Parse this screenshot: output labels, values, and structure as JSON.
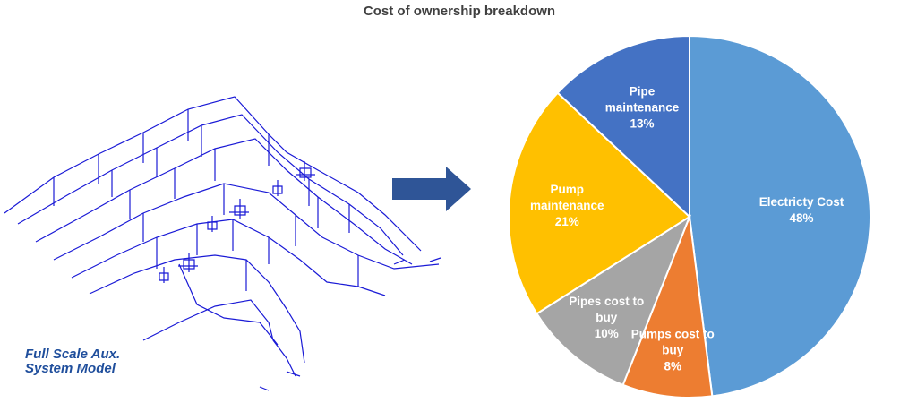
{
  "caption": {
    "line1": "Full Scale Aux.",
    "line2": "System Model"
  },
  "colors": {
    "wireframe": "#1a1ad6",
    "arrow": "#2f5597",
    "caption": "#1f4e9c",
    "title": "#404040"
  },
  "icons": {
    "arrow": "right-arrow-icon",
    "model": "piping-wireframe-illustration"
  },
  "chart_data": {
    "type": "pie",
    "title": "Cost of ownership breakdown",
    "series": [
      {
        "values": [
          48,
          8,
          10,
          21,
          13
        ],
        "categories": [
          "Electricty Cost",
          "Pumps cost to buy",
          "Pipes cost to buy",
          "Pump maintenance",
          "Pipe maintenance"
        ]
      }
    ],
    "slices": [
      {
        "label": "Electricty Cost",
        "label_lines": [
          "Electricty Cost"
        ],
        "value": 48,
        "pct": "48%",
        "color": "#5b9bd5"
      },
      {
        "label": "Pumps cost to buy",
        "label_lines": [
          "Pumps cost to",
          "buy"
        ],
        "value": 8,
        "pct": "8%",
        "color": "#ed7d31"
      },
      {
        "label": "Pipes cost to buy",
        "label_lines": [
          "Pipes cost to",
          "buy"
        ],
        "value": 10,
        "pct": "10%",
        "color": "#a5a5a5"
      },
      {
        "label": "Pump maintenance",
        "label_lines": [
          "Pump",
          "maintenance"
        ],
        "value": 21,
        "pct": "21%",
        "color": "#ffc000"
      },
      {
        "label": "Pipe maintenance",
        "label_lines": [
          "Pipe",
          "maintenance"
        ],
        "value": 13,
        "pct": "13%",
        "color": "#4472c4"
      }
    ],
    "start": "12 o'clock",
    "direction": "clockwise",
    "legend": "none",
    "data_labels": "inside"
  }
}
